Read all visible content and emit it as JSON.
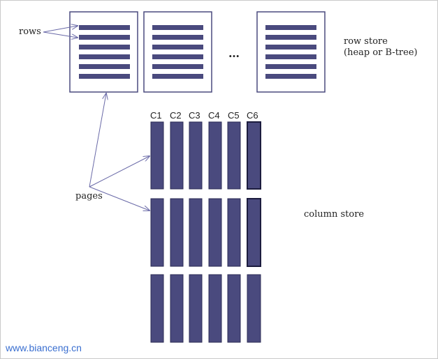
{
  "labels": {
    "rows": "rows",
    "ellipsis": "…",
    "row_store_line1": "row store",
    "row_store_line2": "(heap or B-tree)",
    "pages": "pages",
    "column_store": "column store"
  },
  "columns": [
    "C1",
    "C2",
    "C3",
    "C4",
    "C5",
    "C6"
  ],
  "watermark": "www.bianceng.cn",
  "colors": {
    "bar_fill": "#4a4a7e",
    "bar_stroke": "#2c2c55",
    "page_border": "#4a4a7e",
    "arrow": "#6a6aa8",
    "watermark": "#3a6fd0"
  }
}
